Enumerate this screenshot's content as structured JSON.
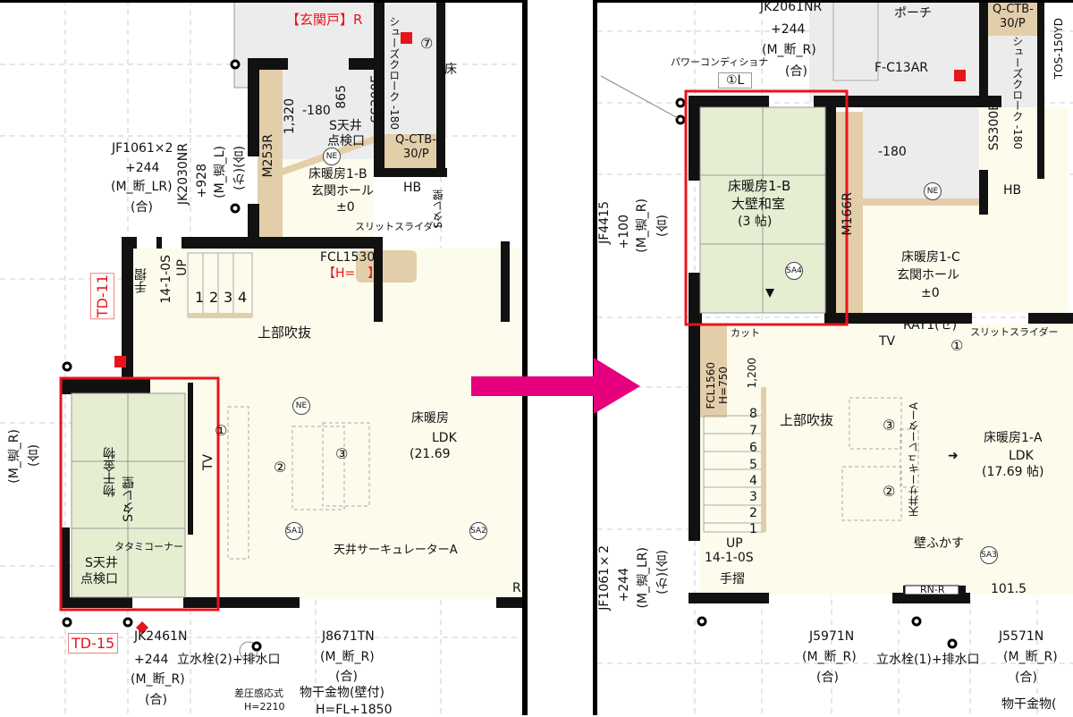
{
  "colors": {
    "frame": "#000000",
    "highlight": "#e8141b",
    "arrow": "#e6007e",
    "tatami": "#e6eed2",
    "floor": "#fdfbec",
    "tan": "#e3ceaa",
    "porch": "#ececec"
  },
  "left": {
    "entrance_door": "【玄関戸】R",
    "shoe_closet": "シューズクローク -180",
    "circle7": "⑦",
    "yuka": "床",
    "dim_1320": "1,320",
    "dim_minus180": "-180",
    "dim_865": "865",
    "ss300e": "SS300E",
    "s_tenjo1": "S天井",
    "tenken1": "点検口",
    "qctb": "Q-CTB-",
    "qctb2": "30/P",
    "ne1": "NE",
    "m253r": "M253R",
    "room_hall": "床暖房1-B",
    "hall_name": "玄関ホール",
    "hall_level": "±0",
    "hb": "HB",
    "s_tile_wall": "Sタレ壁",
    "slit_slider": "スリットスライダー",
    "window_jf": "JF1061×2",
    "window_jf_h": "+244",
    "window_jf_m": "(M_断_LR)",
    "window_jf_g": "(合)",
    "jk2030": "JK2030NR",
    "plus928": "+928",
    "m_shade_l": "(M_遮_L)",
    "ka_go": "(か)(合)",
    "fcl1530": "FCL1530",
    "fcl_h": "【H=　】",
    "td11": "TD-11",
    "handrail": "手摺",
    "stair_code": "14-1-0S",
    "stair_up": "UP",
    "stair_steps": [
      "1",
      "2",
      "3",
      "4"
    ],
    "void": "上部吹抜",
    "m_shade_r": "(M_遮_R)",
    "go": "(合)",
    "drying_hw": "物干金物",
    "s_tile_wall2": "Sタレ壁",
    "tatami_corner": "タタミコーナー",
    "s_tenjo2": "S天井",
    "tenken2": "点検口",
    "tv": "TV",
    "c1": "①",
    "c2": "②",
    "c3": "③",
    "ne2": "NE",
    "sa1": "SA1",
    "sa2": "SA2",
    "circulator": "天井サーキュレーターA",
    "ldk_heat": "床暖房",
    "ldk": "LDK",
    "ldk_area": "(21.69",
    "r_mark": "R",
    "td15": "TD-15",
    "jk2461": "JK2461N",
    "jk2461_h": "+244",
    "jk2461_m": "(M_断_R)",
    "jk2461_g": "(合)",
    "faucet": "立水栓(2)+排水口",
    "j8671": "J8671TN",
    "j8671_m": "(M_断_R)",
    "j8671_g": "(合)",
    "pressure": "差圧感応式",
    "pressure_h": "H=2210",
    "drying_wall": "物干金物(壁付)",
    "drying_h": "H=FL+1850"
  },
  "right": {
    "jk2061": "JK2061NR",
    "jk2061_h": "+244",
    "jk2061_m": "(M_断_R)",
    "jk2061_g": "(合)",
    "power_cond": "パワーコンディショナ",
    "c1l": "①L",
    "porch": "ポーチ",
    "fc13ar": "F-C13AR",
    "qctb": "Q-CTB-",
    "qctb2": "30/P",
    "shoe_closet": "シューズクローク -180",
    "ss300e": "SS300E",
    "tos": "TOS-150YD",
    "jf4415": "JF4415",
    "jf4415_h": "+100",
    "jf4415_m": "(M_遮_R)",
    "jf4415_g": "(合)",
    "room_washitsu_heat": "床暖房1-B",
    "room_washitsu": "大壁和室",
    "room_washitsu_area": "(3 帖)",
    "sa4": "SA4",
    "m166r": "M166R",
    "minus180": "-180",
    "ne": "NE",
    "hb": "HB",
    "hall_heat": "床暖房1-C",
    "hall_name": "玄関ホール",
    "hall_level": "±0",
    "cut": "カット",
    "ray1": "RAY1(セ)",
    "tv": "TV",
    "c1": "①",
    "slit_slider": "スリットスライダー",
    "fcl1560": "FCL1560",
    "fcl_h": "H=750",
    "dim_1200": "1,200",
    "stair_steps": [
      "8",
      "7",
      "6",
      "5",
      "4",
      "3",
      "2",
      "1"
    ],
    "stair_up": "UP",
    "stair_code": "14-1-0S",
    "handrail": "手摺",
    "void": "上部吹抜",
    "c3": "③",
    "c2": "②",
    "circulator": "天井サーキュレーターA",
    "ldk_heat": "床暖房1-A",
    "ldk": "LDK",
    "ldk_area": "(17.69 帖)",
    "wall_thicken": "壁ふかす",
    "sa3": "SA3",
    "rnr": "RN-R",
    "dim_101": "101.5",
    "jf1061": "JF1061×2",
    "jf1061_h": "+244",
    "jf1061_m": "(M_遮_LR)",
    "jf1061_g": "(か)(合)",
    "j5971": "J5971N",
    "j5971_m": "(M_断_R)",
    "j5971_g": "(合)",
    "faucet": "立水栓(1)+排水口",
    "j5571": "J5571N",
    "j5571_m": "(M_断_R)",
    "j5571_g": "(合)",
    "drying": "物干金物("
  }
}
